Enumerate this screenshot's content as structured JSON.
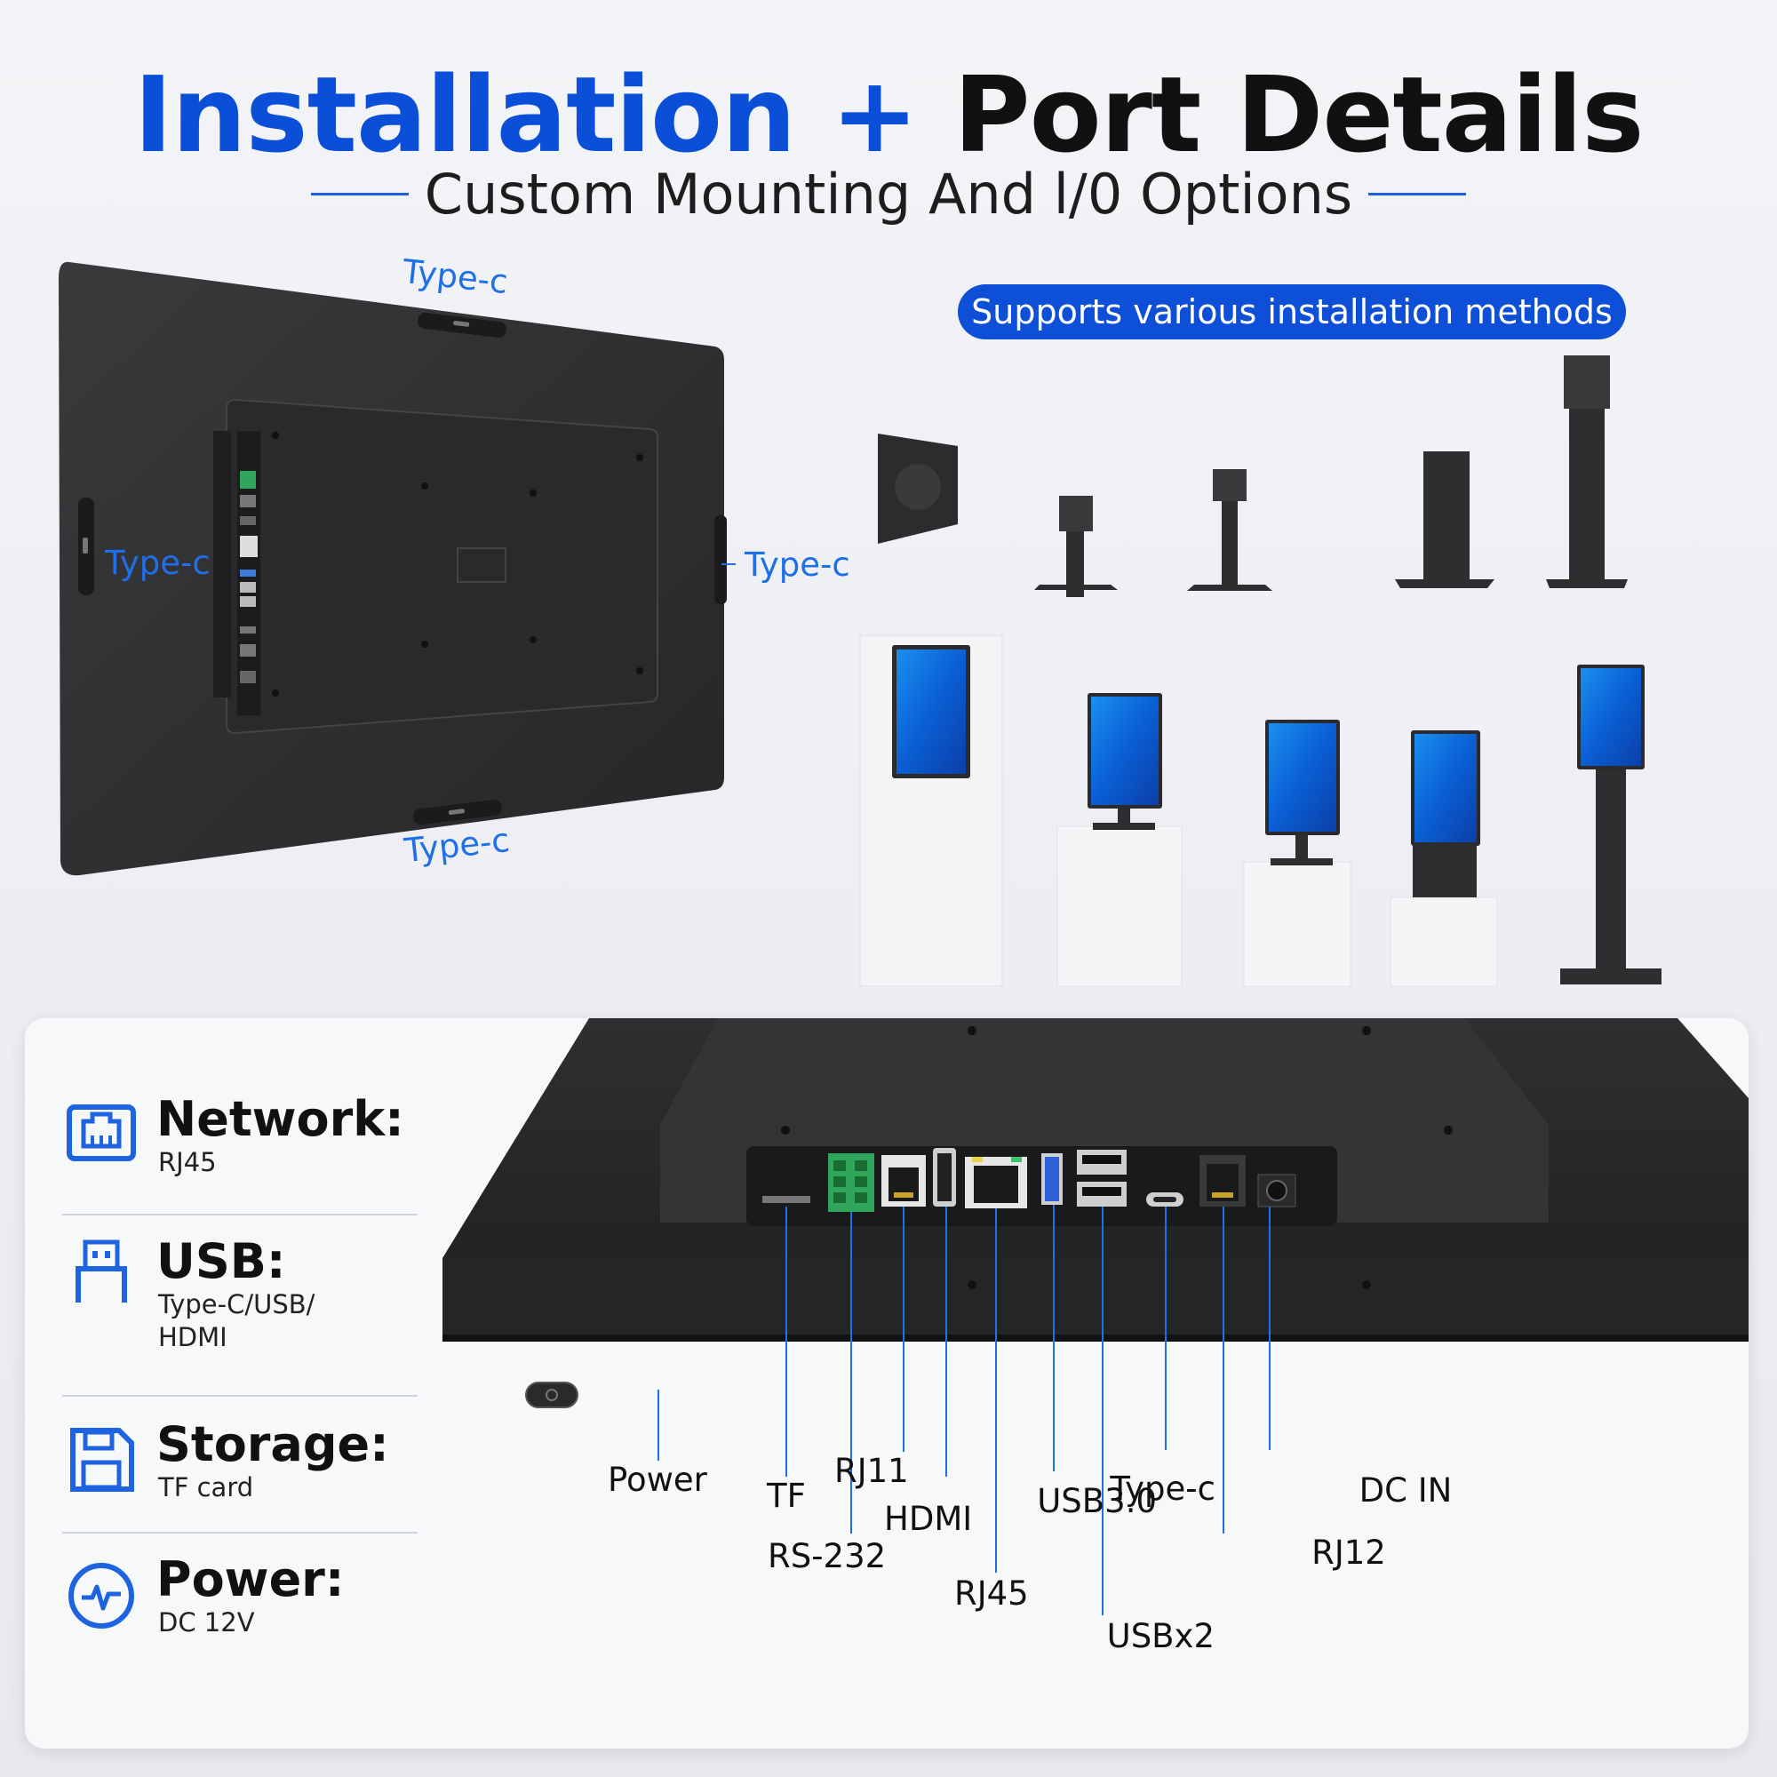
{
  "header": {
    "title_part1": "Installation +",
    "title_part2": "Port Details",
    "subtitle": "Custom Mounting And l/0 Options"
  },
  "monitor_callouts": {
    "top": "Type-c",
    "left": "Type-c",
    "right": "Type-c",
    "bottom": "Type-c"
  },
  "installation": {
    "pill_label": "Supports various installation methods",
    "methods_row1": [
      "wall-mount-plate",
      "short-desk-stand",
      "tall-desk-stand",
      "pedestal-stand",
      "floor-stand"
    ],
    "methods_row2": [
      "cabinet-kiosk",
      "desk-stand-on-counter",
      "vertical-stand-on-counter",
      "counter-kiosk",
      "floor-kiosk"
    ]
  },
  "specs": [
    {
      "icon": "network-icon",
      "label": "Network:",
      "value": [
        "RJ45"
      ]
    },
    {
      "icon": "usb-icon",
      "label": "USB:",
      "value": [
        "Type-C/USB/",
        "HDMI"
      ]
    },
    {
      "icon": "storage-icon",
      "label": "Storage:",
      "value": [
        "TF card"
      ]
    },
    {
      "icon": "power-icon",
      "label": "Power:",
      "value": [
        "DC 12V"
      ]
    }
  ],
  "ports": {
    "power": "Power",
    "tf": "TF",
    "rs232": "RS-232",
    "rj11": "RJ11",
    "hdmi": "HDMI",
    "rj45": "RJ45",
    "usb30": "USB3.0",
    "usbx2": "USBx2",
    "typec": "Type-c",
    "rj12": "RJ12",
    "dcin": "DC IN"
  },
  "colors": {
    "accent_blue": "#0b4fd8",
    "callout_blue": "#1f6fe6",
    "device_black": "#2b2b2d"
  }
}
